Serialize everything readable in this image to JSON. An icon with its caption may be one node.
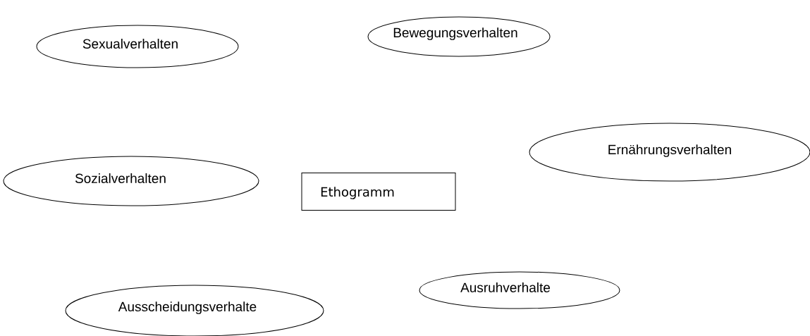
{
  "diagram": {
    "nodes": [
      {
        "text": [
          "Sexualverhalten"
        ]
      },
      {
        "text": [
          "Bewegungsverhalten"
        ]
      },
      {
        "text": [
          "Ernährungsverhalten"
        ]
      },
      {
        "text": [
          "Sozialverhalten"
        ]
      },
      {
        "text": [
          "Ethogramm"
        ]
      },
      {
        "text": [
          "Ausruhverhalte"
        ]
      },
      {
        "text": [
          "Ausscheidungsverhalte"
        ]
      }
    ]
  }
}
